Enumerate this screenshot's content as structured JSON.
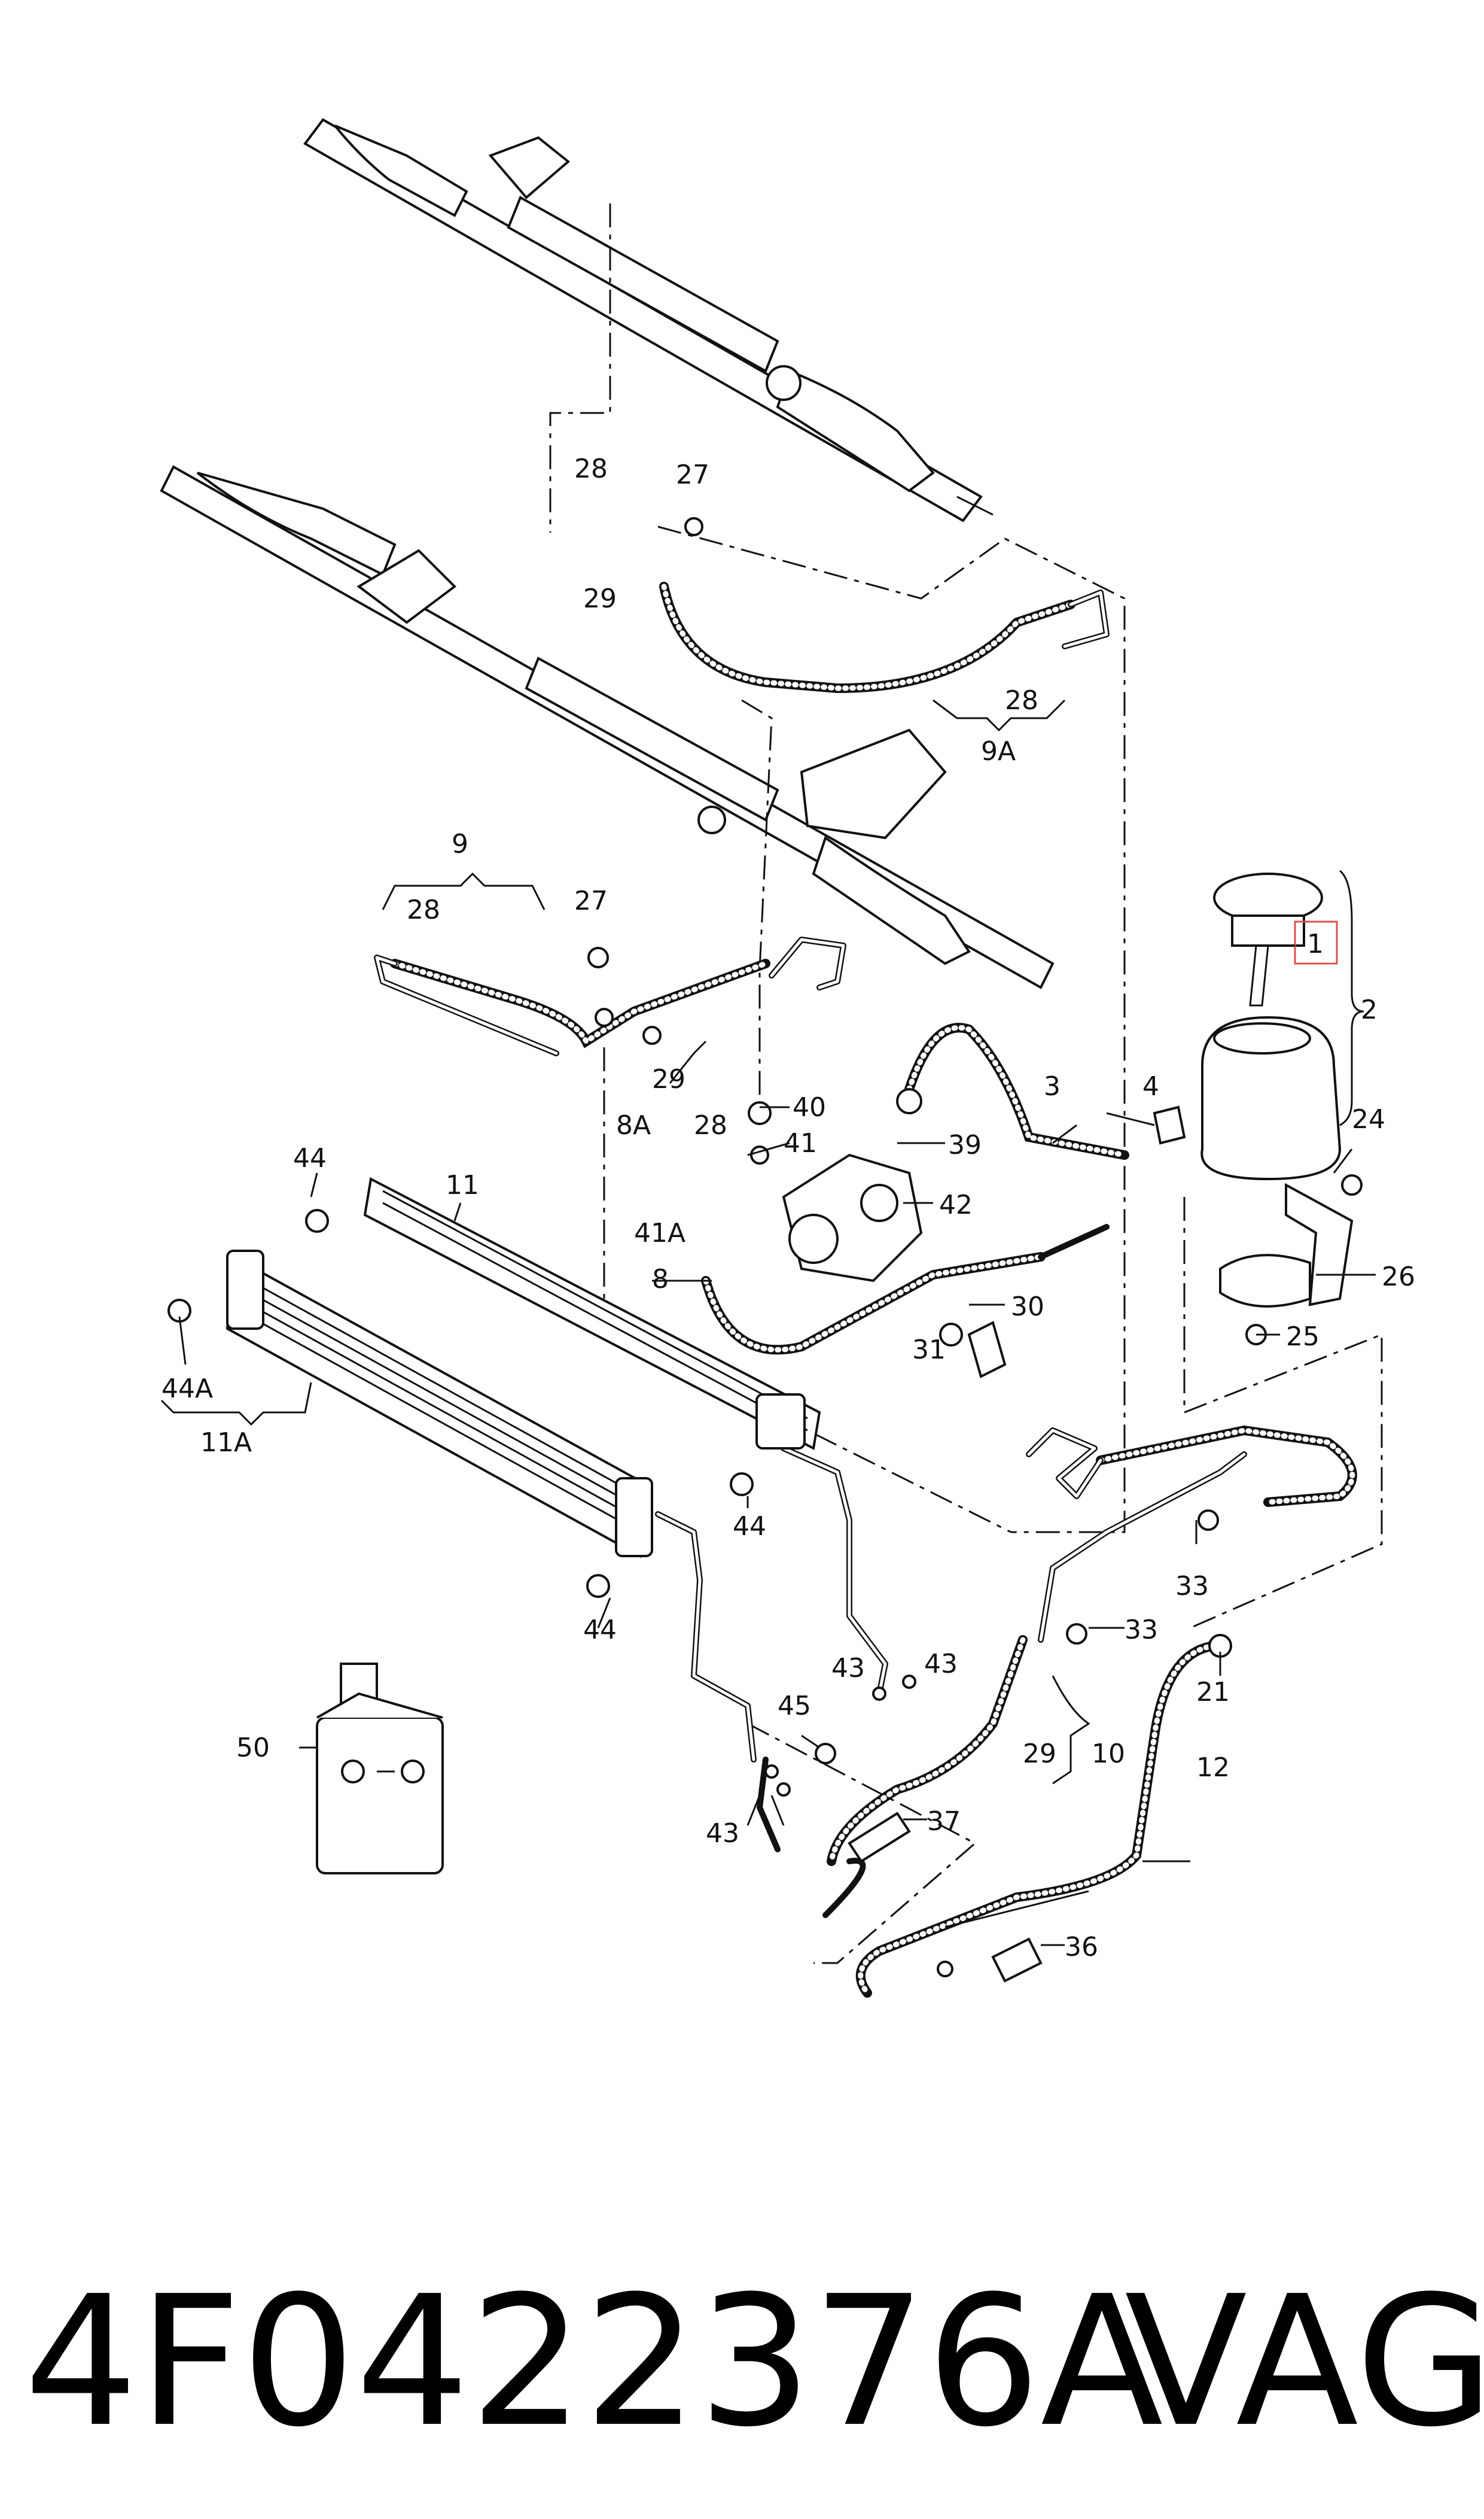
{
  "labels": {
    "l1": "1",
    "l2": "2",
    "l3": "3",
    "l4": "4",
    "l8": "8",
    "l8A": "8A",
    "l9": "9",
    "l9A": "9A",
    "l10": "10",
    "l11": "11",
    "l11A": "11A",
    "l12": "12",
    "l21": "21",
    "l24": "24",
    "l25": "25",
    "l26": "26",
    "l27a": "27",
    "l27b": "27",
    "l28a": "28",
    "l28b": "28",
    "l28c": "28",
    "l28d": "28",
    "l29a": "29",
    "l29b": "29",
    "l29c": "29",
    "l30": "30",
    "l31": "31",
    "l33a": "33",
    "l33b": "33",
    "l36": "36",
    "l37": "37",
    "l39": "39",
    "l40": "40",
    "l41": "41",
    "l41A": "41A",
    "l42": "42",
    "l43a": "43",
    "l43b": "43",
    "l43c": "43",
    "l44a": "44",
    "l44b": "44",
    "l44c": "44",
    "l44A": "44A",
    "l45": "45",
    "l50": "50"
  },
  "footer": {
    "part_number": "4F0422376A",
    "brand": "VAG"
  },
  "colors": {
    "ink": "#111111",
    "highlight": "#d9534f"
  }
}
